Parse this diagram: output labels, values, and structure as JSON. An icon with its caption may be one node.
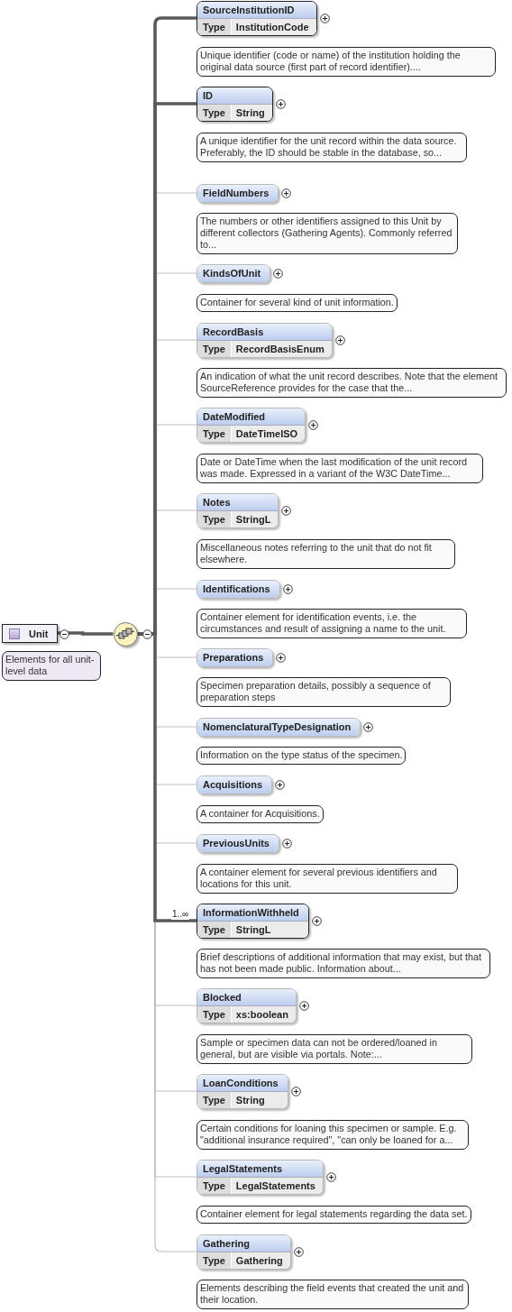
{
  "diagram": {
    "nodes": [
      {
        "text": [
          "Unit"
        ],
        "beside": [
          "Elements for all unit-level data"
        ]
      },
      {
        "text": [],
        "shape": "circle"
      },
      {
        "text": [
          "SourceInstitutionID",
          "Type",
          "InstitutionCode"
        ],
        "beside": [
          "Unique identifier (code or name) of the institution holding the original data source (first part of record identifier)...."
        ]
      },
      {
        "text": [
          "ID",
          "Type",
          "String"
        ],
        "beside": [
          "A unique identifier for the unit record within the data source. Preferably, the ID should be stable in the database, so..."
        ]
      },
      {
        "text": [
          "FieldNumbers"
        ],
        "beside": [
          "The numbers or other identifiers assigned to this Unit by different collectors (Gathering Agents). Commonly referred to..."
        ]
      },
      {
        "text": [
          "KindsOfUnit"
        ],
        "beside": [
          "Container for several kind of unit information."
        ]
      },
      {
        "text": [
          "RecordBasis",
          "Type",
          "RecordBasisEnum"
        ],
        "beside": [
          "An indication of what the unit record describes. Note that the element SourceReference provides for the case that the..."
        ]
      },
      {
        "text": [
          "DateModified",
          "Type",
          "DateTimeISO"
        ],
        "beside": [
          "Date or DateTime when the last modification of the unit record was made. Expressed in a variant of the W3C DateTime..."
        ]
      },
      {
        "text": [
          "Notes",
          "Type",
          "StringL"
        ],
        "beside": [
          "Miscellaneous notes referring to the unit that do not fit elsewhere."
        ]
      },
      {
        "text": [
          "Identifications"
        ],
        "beside": [
          "Container element for identification events, i.e. the circumstances and result of assigning a name to the unit."
        ]
      },
      {
        "text": [
          "Preparations"
        ],
        "beside": [
          "Specimen preparation details, possibly a sequence of preparation steps"
        ]
      },
      {
        "text": [
          "NomenclaturalTypeDesignation"
        ],
        "beside": [
          "Information on the type status of the specimen."
        ]
      },
      {
        "text": [
          "Acquisitions"
        ],
        "beside": [
          "A container for Acquisitions."
        ]
      },
      {
        "text": [
          "PreviousUnits"
        ],
        "beside": [
          "A container element for several previous identifiers and locations for this unit."
        ]
      },
      {
        "text": [
          "InformationWithheld",
          "Type",
          "StringL"
        ],
        "beside": [
          "Brief descriptions of additional information that may exist, but that has not been made public. Information about..."
        ]
      },
      {
        "text": [
          "Blocked",
          "Type",
          "xs:boolean"
        ],
        "beside": [
          "Sample or specimen data can not be ordered/loaned in general, but are visible via portals. Note:..."
        ]
      },
      {
        "text": [
          "LoanConditions",
          "Type",
          "String"
        ],
        "beside": [
          "Certain conditions for loaning this specimen or sample. E.g. \"additional insurance required\", \"can only be loaned for a..."
        ]
      },
      {
        "text": [
          "LegalStatements",
          "Type",
          "LegalStatements"
        ],
        "beside": [
          "Container element for legal statements regarding the data set."
        ]
      },
      {
        "text": [
          "Gathering",
          "Type",
          "Gathering"
        ],
        "beside": [
          "Elements describing the field events that created the unit and their location."
        ]
      }
    ],
    "edges": [
      {
        "from": 0,
        "to": 1,
        "arrow": "none",
        "style": "thick",
        "color": "#5a5a5a"
      },
      {
        "from": 1,
        "to": 2,
        "arrow": "none",
        "style": "thick",
        "color": "#5a5a5a"
      },
      {
        "from": 1,
        "to": 3,
        "arrow": "none",
        "style": "thick",
        "color": "#5a5a5a"
      },
      {
        "from": 1,
        "to": 4,
        "arrow": "none"
      },
      {
        "from": 1,
        "to": 5,
        "arrow": "none"
      },
      {
        "from": 1,
        "to": 6,
        "arrow": "none"
      },
      {
        "from": 1,
        "to": 7,
        "arrow": "none"
      },
      {
        "from": 1,
        "to": 8,
        "arrow": "none"
      },
      {
        "from": 1,
        "to": 9,
        "arrow": "none"
      },
      {
        "from": 1,
        "to": 10,
        "arrow": "none"
      },
      {
        "from": 1,
        "to": 11,
        "arrow": "none"
      },
      {
        "from": 1,
        "to": 12,
        "arrow": "none"
      },
      {
        "from": 1,
        "to": 13,
        "arrow": "none"
      },
      {
        "from": 1,
        "to": 14,
        "arrow": "none",
        "label": "1..∞",
        "style": "thick",
        "color": "#5a5a5a"
      },
      {
        "from": 1,
        "to": 15,
        "arrow": "none"
      },
      {
        "from": 1,
        "to": 16,
        "arrow": "none"
      },
      {
        "from": 1,
        "to": 17,
        "arrow": "none"
      },
      {
        "from": 1,
        "to": 18,
        "arrow": "none"
      }
    ]
  }
}
